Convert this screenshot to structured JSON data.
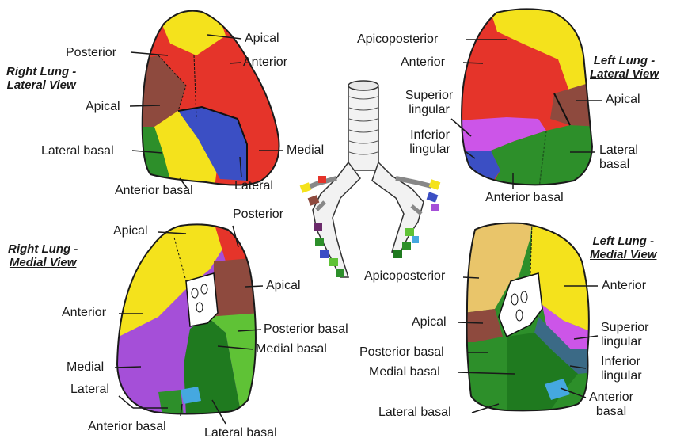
{
  "titles": {
    "rl_lateral": {
      "line1": "Right Lung -",
      "line2": "Lateral View"
    },
    "ll_lateral": {
      "line1": "Left Lung -",
      "line2": "Lateral View"
    },
    "rl_medial": {
      "line1": "Right Lung -",
      "line2": "Medial View"
    },
    "ll_medial": {
      "line1": "Left Lung -",
      "line2": "Medial View"
    }
  },
  "labels": {
    "rl_lat": {
      "apical_top": "Apical",
      "posterior": "Posterior",
      "anterior": "Anterior",
      "apical_side": "Apical",
      "lateral_basal": "Lateral basal",
      "medial": "Medial",
      "anterior_basal": "Anterior basal",
      "lateral": "Lateral"
    },
    "ll_lat": {
      "apicoposterior": "Apicoposterior",
      "anterior": "Anterior",
      "superior_lingular_1": "Superior",
      "superior_lingular_2": "lingular",
      "inferior_lingular_1": "Inferior",
      "inferior_lingular_2": "lingular",
      "apical": "Apical",
      "lateral_basal_1": "Lateral",
      "lateral_basal_2": "basal",
      "anterior_basal": "Anterior basal"
    },
    "rl_med": {
      "posterior": "Posterior",
      "apical_top": "Apical",
      "apical_side": "Apical",
      "anterior": "Anterior",
      "posterior_basal": "Posterior basal",
      "medial_basal": "Medial basal",
      "medial": "Medial",
      "lateral": "Lateral",
      "anterior_basal": "Anterior basal",
      "lateral_basal": "Lateral basal"
    },
    "ll_med": {
      "apicoposterior": "Apicoposterior",
      "anterior": "Anterior",
      "apical": "Apical",
      "superior_lingular_1": "Superior",
      "superior_lingular_2": "lingular",
      "posterior_basal": "Posterior basal",
      "inferior_lingular_1": "Inferior",
      "inferior_lingular_2": "lingular",
      "medial_basal": "Medial basal",
      "anterior_basal_1": "Anterior",
      "anterior_basal_2": "basal",
      "lateral_basal": "Lateral basal"
    }
  },
  "colors": {
    "yellow": "#f4e21c",
    "red": "#e5342a",
    "brown": "#8e4a3e",
    "green": "#2d8f2a",
    "darkgreen": "#1f7a1f",
    "blue": "#3b4fc4",
    "purple": "#a54fd8",
    "magenta": "#cc55e8",
    "tan": "#e9c56a",
    "teal": "#3b6a86",
    "lightgreen": "#5fc236",
    "skyblue": "#45a8e0",
    "outline": "#1a1a1a"
  }
}
